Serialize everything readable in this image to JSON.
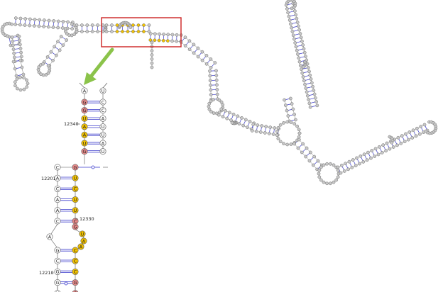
{
  "colors": {
    "backbone": "#777777",
    "pair": "#3a3acc",
    "node_fill": "#c8c8c8",
    "node_stroke": "#6a6a6a",
    "nt_default": "#ffffff",
    "nt_yellow": "#f2c200",
    "nt_red": "#e88a8a",
    "highlight_box": "#cc2222",
    "arrow": "#8bc34a"
  },
  "zoom": {
    "position_labels": [
      "12340",
      "12201",
      "12330",
      "12210"
    ],
    "top_loop": [
      "A",
      "U"
    ],
    "upper_helix_left": [
      "G",
      "G",
      "U",
      "A",
      "A",
      "U",
      "G"
    ],
    "upper_helix_right": [
      "C",
      "C",
      "A",
      "U",
      "U",
      "A",
      "U"
    ],
    "lower_helix_left": [
      "C",
      "A",
      "C",
      "A",
      "A",
      "C"
    ],
    "lower_helix_right": [
      "U",
      "C",
      "U",
      "U",
      "C"
    ],
    "internal_loop_left": [
      "A"
    ],
    "internal_loop_right": [
      "U",
      "A",
      "A"
    ],
    "bottom_helix_left": [
      "G",
      "C",
      "G",
      "G",
      "U"
    ],
    "bottom_helix_right": [
      "C",
      "C",
      "C",
      "G",
      "G"
    ]
  }
}
